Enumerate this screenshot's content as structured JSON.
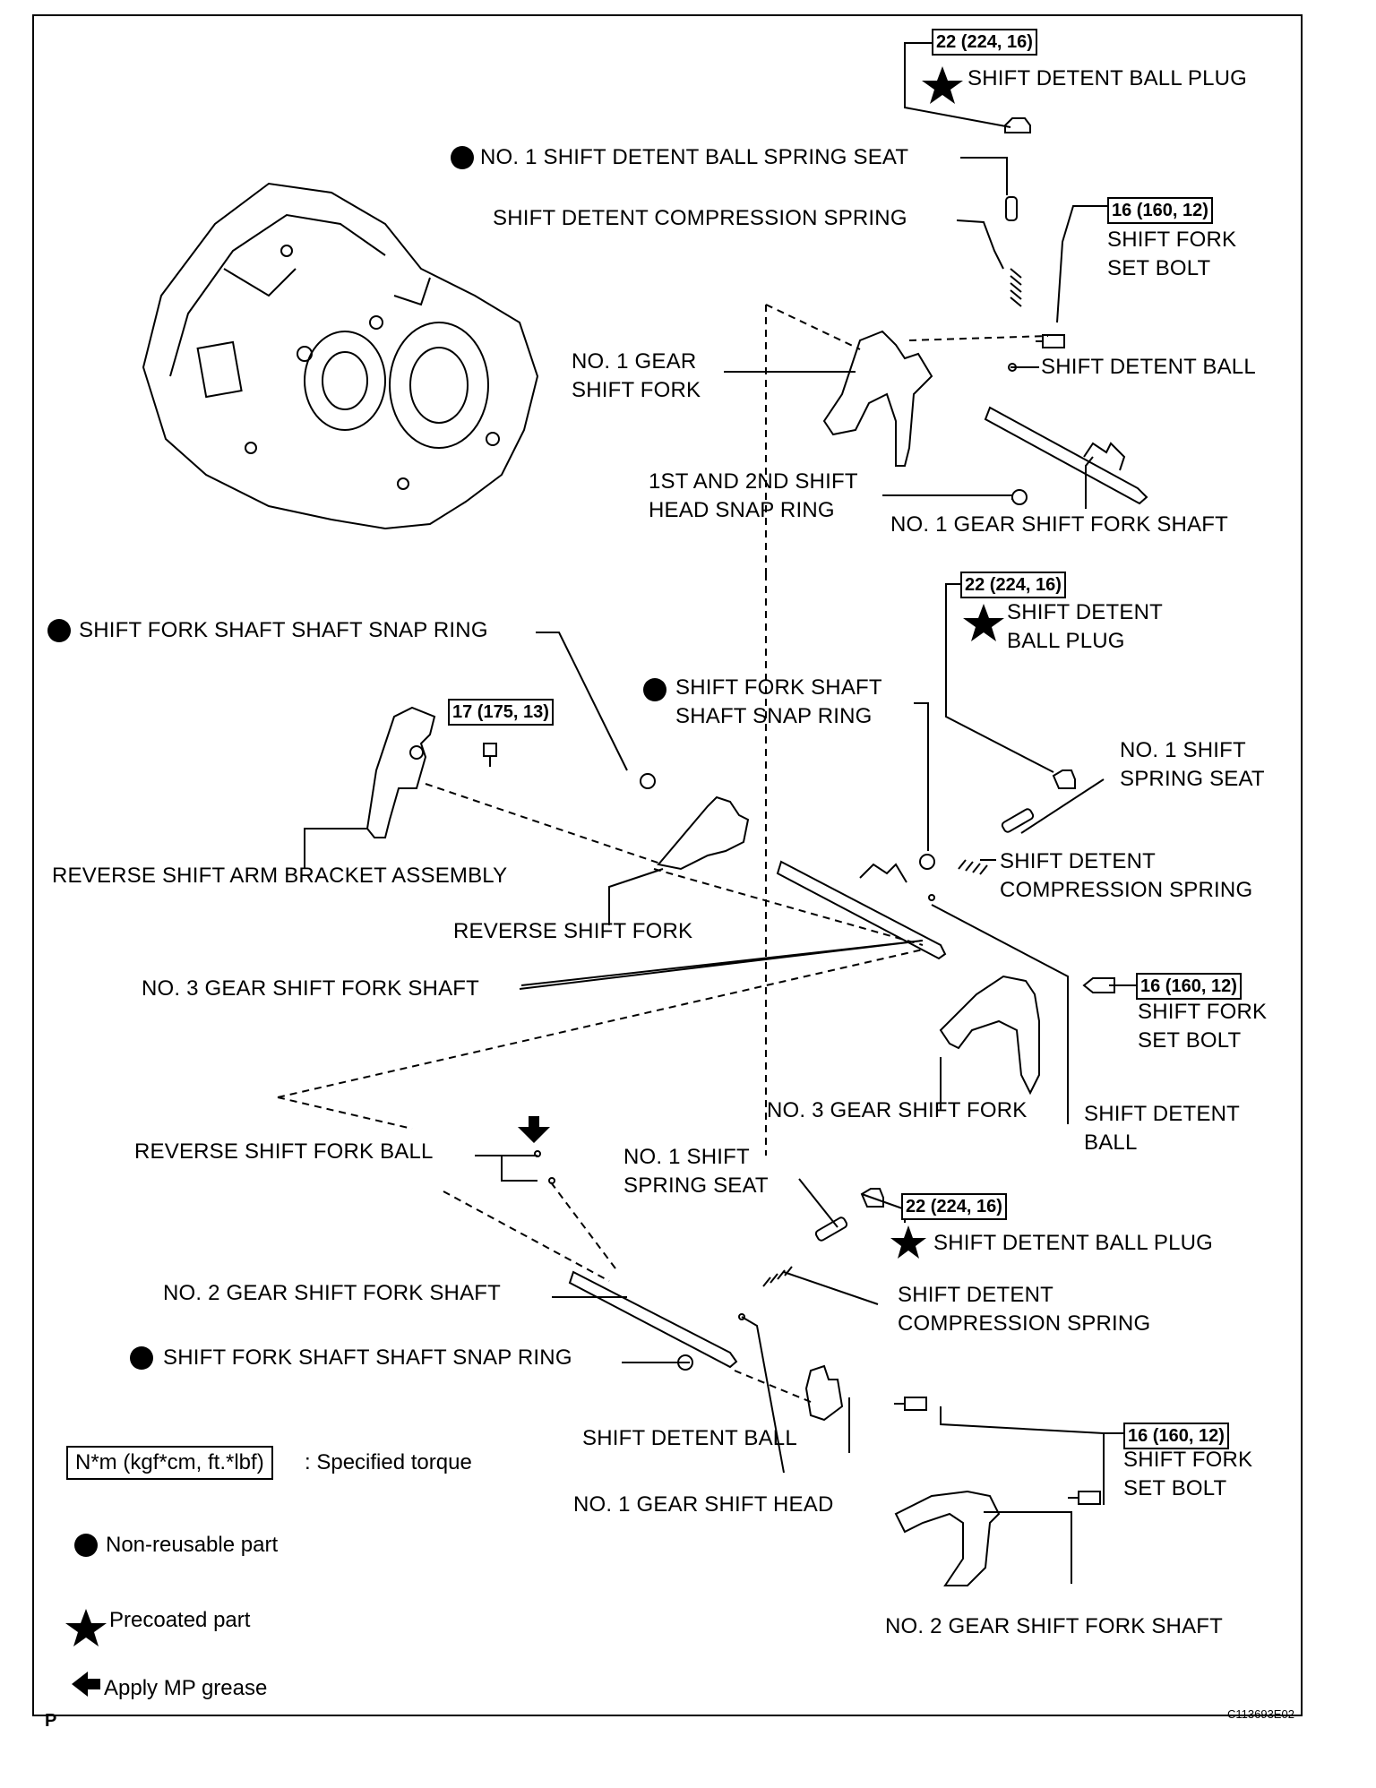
{
  "labels": {
    "shift_detent_ball_plug_top": "SHIFT DETENT BALL PLUG",
    "no1_shift_detent_ball_spring_seat": "NO. 1 SHIFT DETENT BALL SPRING SEAT",
    "shift_detent_compression_spring_top": "SHIFT DETENT COMPRESSION SPRING",
    "shift_fork_set_bolt_top_1": "SHIFT FORK",
    "shift_fork_set_bolt_top_2": "SET BOLT",
    "no1_gear_shift_fork_1": "NO. 1 GEAR",
    "no1_gear_shift_fork_2": "SHIFT FORK",
    "shift_detent_ball_top": "SHIFT DETENT BALL",
    "head_snap_ring_1": "1ST AND 2ND SHIFT",
    "head_snap_ring_2": "HEAD SNAP RING",
    "no1_gear_shift_fork_shaft": "NO. 1 GEAR SHIFT FORK SHAFT",
    "shift_fork_shaft_snap_ring_left": "SHIFT FORK SHAFT SHAFT SNAP RING",
    "shift_detent_ball_plug_mid_1": "SHIFT DETENT",
    "shift_detent_ball_plug_mid_2": "BALL PLUG",
    "shift_fork_shaft_snap_ring_mid_1": "SHIFT FORK SHAFT",
    "shift_fork_shaft_snap_ring_mid_2": "SHAFT SNAP RING",
    "no1_shift_spring_seat_mid_1": "NO. 1 SHIFT",
    "no1_shift_spring_seat_mid_2": "SPRING SEAT",
    "reverse_shift_arm_bracket": "REVERSE SHIFT ARM BRACKET ASSEMBLY",
    "shift_detent_compression_spring_mid_1": "SHIFT DETENT",
    "shift_detent_compression_spring_mid_2": "COMPRESSION SPRING",
    "reverse_shift_fork": "REVERSE SHIFT FORK",
    "no3_gear_shift_fork_shaft": "NO. 3 GEAR SHIFT FORK SHAFT",
    "shift_fork_set_bolt_mid_1": "SHIFT FORK",
    "shift_fork_set_bolt_mid_2": "SET BOLT",
    "no3_gear_shift_fork": "NO. 3 GEAR SHIFT FORK",
    "shift_detent_ball_mid_1": "SHIFT DETENT",
    "shift_detent_ball_mid_2": "BALL",
    "reverse_shift_fork_ball": "REVERSE SHIFT FORK BALL",
    "no1_shift_spring_seat_low_1": "NO. 1 SHIFT",
    "no1_shift_spring_seat_low_2": "SPRING SEAT",
    "shift_detent_ball_plug_low": "SHIFT DETENT BALL PLUG",
    "no2_gear_shift_fork_shaft_left": "NO. 2 GEAR SHIFT FORK SHAFT",
    "shift_detent_compression_spring_low_1": "SHIFT DETENT",
    "shift_detent_compression_spring_low_2": "COMPRESSION SPRING",
    "shift_fork_shaft_snap_ring_low": "SHIFT FORK SHAFT SHAFT SNAP RING",
    "shift_detent_ball_low": "SHIFT DETENT BALL",
    "shift_fork_set_bolt_low_1": "SHIFT FORK",
    "shift_fork_set_bolt_low_2": "SET BOLT",
    "no1_gear_shift_head": "NO. 1 GEAR SHIFT HEAD",
    "no2_gear_shift_fork_shaft_bottom": "NO. 2 GEAR SHIFT FORK SHAFT"
  },
  "torques": {
    "plug_top": "22 (224, 16)",
    "bolt_top": "16 (160, 12)",
    "plug_mid": "22 (224, 16)",
    "bracket": "17 (175, 13)",
    "bolt_mid": "16 (160, 12)",
    "plug_low": "22 (224, 16)",
    "bolt_low": "16 (160, 12)"
  },
  "legend": {
    "torque_box": "N*m (kgf*cm, ft.*lbf)",
    "torque_text": ": Specified torque",
    "non_reusable": "Non-reusable part",
    "precoated": "Precoated part",
    "grease": "Apply MP grease"
  },
  "footer": {
    "left_code": "P",
    "figure_id": "C113693E02"
  },
  "icons": [
    "black-circle-icon",
    "black-star-icon",
    "black-arrow-icon"
  ]
}
